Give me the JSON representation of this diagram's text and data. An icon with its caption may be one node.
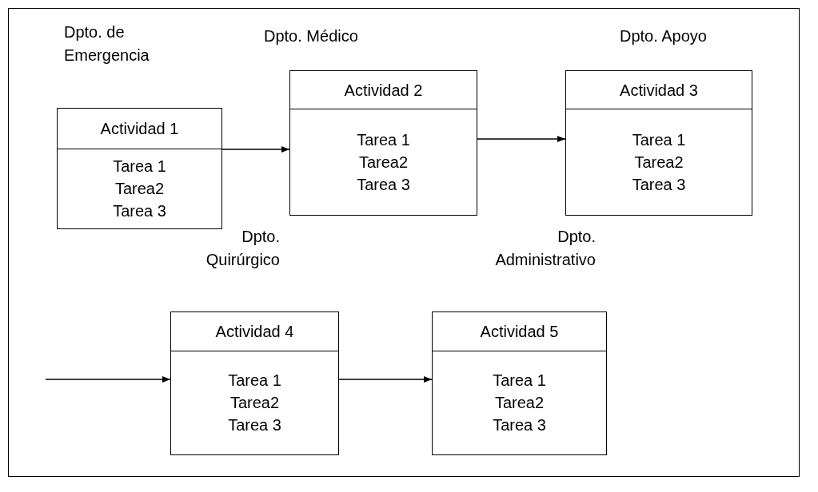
{
  "diagram": {
    "nodes": [
      {
        "text": [
          "Actividad 1",
          "Tarea 1",
          "Tarea2",
          "Tarea 3"
        ]
      },
      {
        "text": [
          "Actividad 2",
          "Tarea 1",
          "Tarea2",
          "Tarea 3"
        ]
      },
      {
        "text": [
          "Actividad 3",
          "Tarea 1",
          "Tarea2",
          "Tarea 3"
        ]
      },
      {
        "text": [
          "Actividad 4",
          "Tarea 1",
          "Tarea2",
          "Tarea 3"
        ]
      },
      {
        "text": [
          "Actividad 5",
          "Tarea 1",
          "Tarea2",
          "Tarea 3"
        ]
      }
    ],
    "edges": [
      {
        "from": 0,
        "to": 1,
        "arrow": "to"
      },
      {
        "from": 1,
        "to": 2,
        "arrow": "to"
      },
      {
        "from": null,
        "to": 3,
        "arrow": "to"
      },
      {
        "from": 3,
        "to": 4,
        "arrow": "to"
      }
    ],
    "labels": [
      "Dpto. de Emergencia",
      "Dpto. Médico",
      "Dpto. Apoyo",
      "Dpto. Quirúrgico",
      "Dpto. Administrativo"
    ]
  }
}
